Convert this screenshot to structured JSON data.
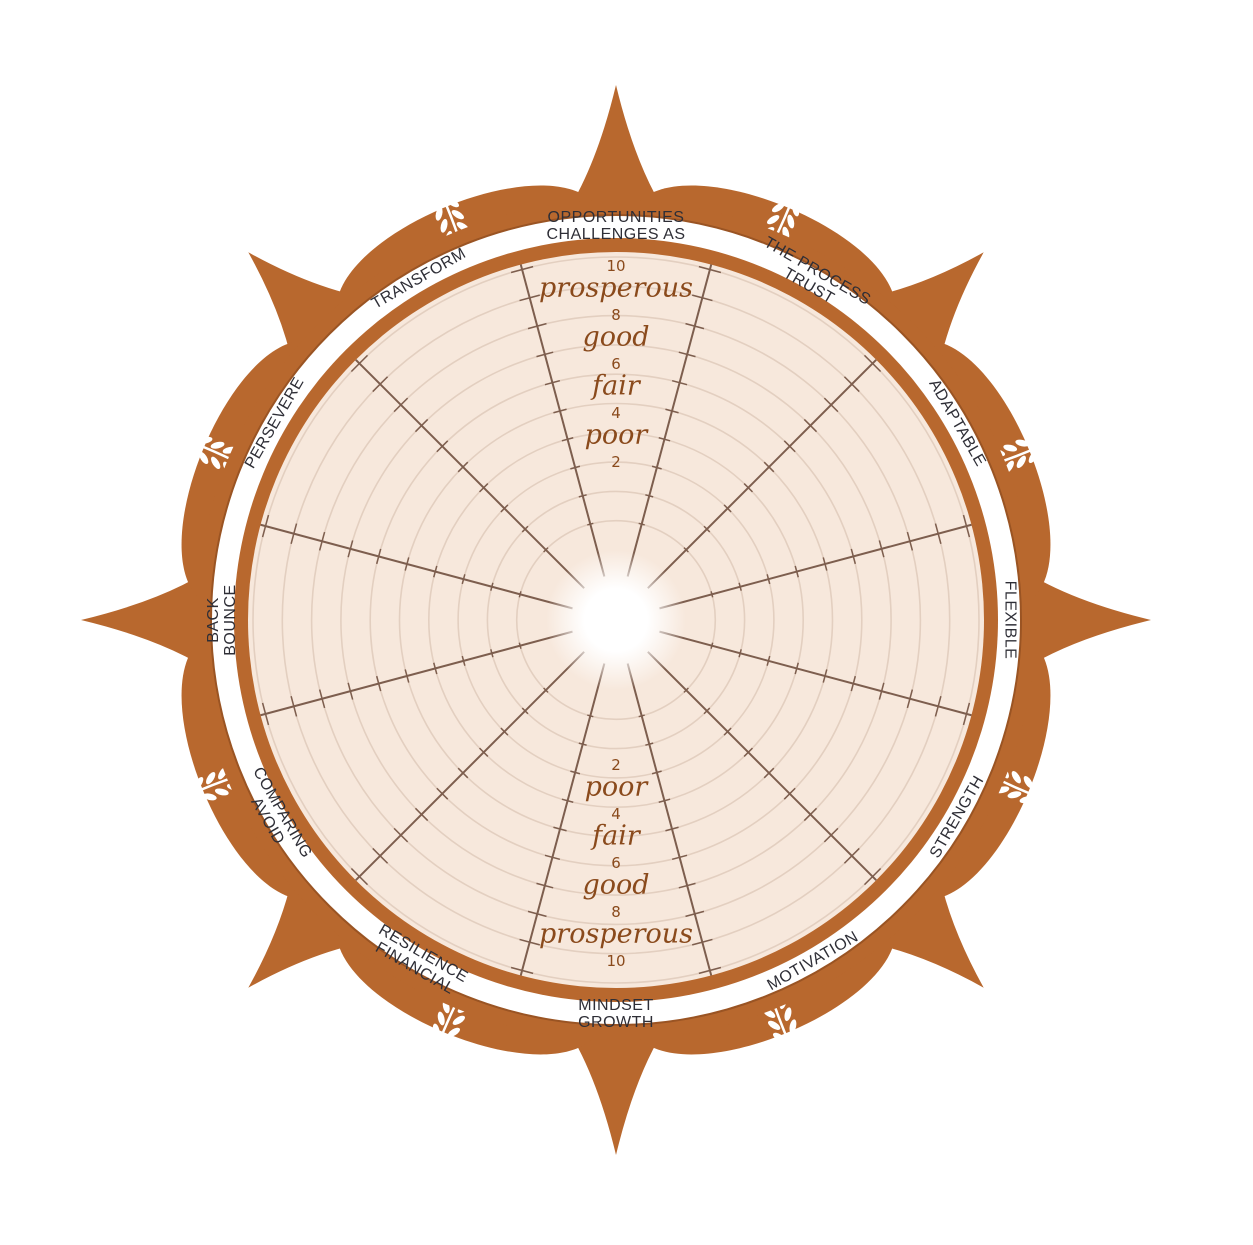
{
  "colors": {
    "copper": "#b8682e",
    "copper_dark": "#9a5423",
    "ring_bg": "#ffffff",
    "wheel_fill": "#f7e8dc",
    "spoke": "#7d5e4e",
    "text_brown": "#8a4a1c",
    "label_dark": "#2e2e36"
  },
  "categories": [
    {
      "lines": [
        "CHALLENGES AS",
        "OPPORTUNITIES"
      ]
    },
    {
      "lines": [
        "TRUST",
        "THE PROCESS"
      ]
    },
    {
      "lines": [
        "ADAPTABLE"
      ]
    },
    {
      "lines": [
        "FLEXIBLE"
      ]
    },
    {
      "lines": [
        "STRENGTH"
      ]
    },
    {
      "lines": [
        "MOTIVATION"
      ]
    },
    {
      "lines": [
        "GROWTH",
        "MINDSET"
      ]
    },
    {
      "lines": [
        "FINANCIAL",
        "RESILIENCE"
      ]
    },
    {
      "lines": [
        "AVOID",
        "COMPARING"
      ]
    },
    {
      "lines": [
        "BOUNCE",
        "BACK"
      ]
    },
    {
      "lines": [
        "PERSEVERE"
      ]
    },
    {
      "lines": [
        "TRANSFORM"
      ]
    }
  ],
  "scale_top": [
    "10",
    "prosperous",
    "8",
    "good",
    "6",
    "fair",
    "4",
    "poor",
    "2"
  ],
  "scale_bottom": [
    "2",
    "poor",
    "4",
    "fair",
    "6",
    "good",
    "8",
    "prosperous",
    "10"
  ],
  "ring_count": 10,
  "decor_icons": [
    "laurel-branch-icon"
  ]
}
